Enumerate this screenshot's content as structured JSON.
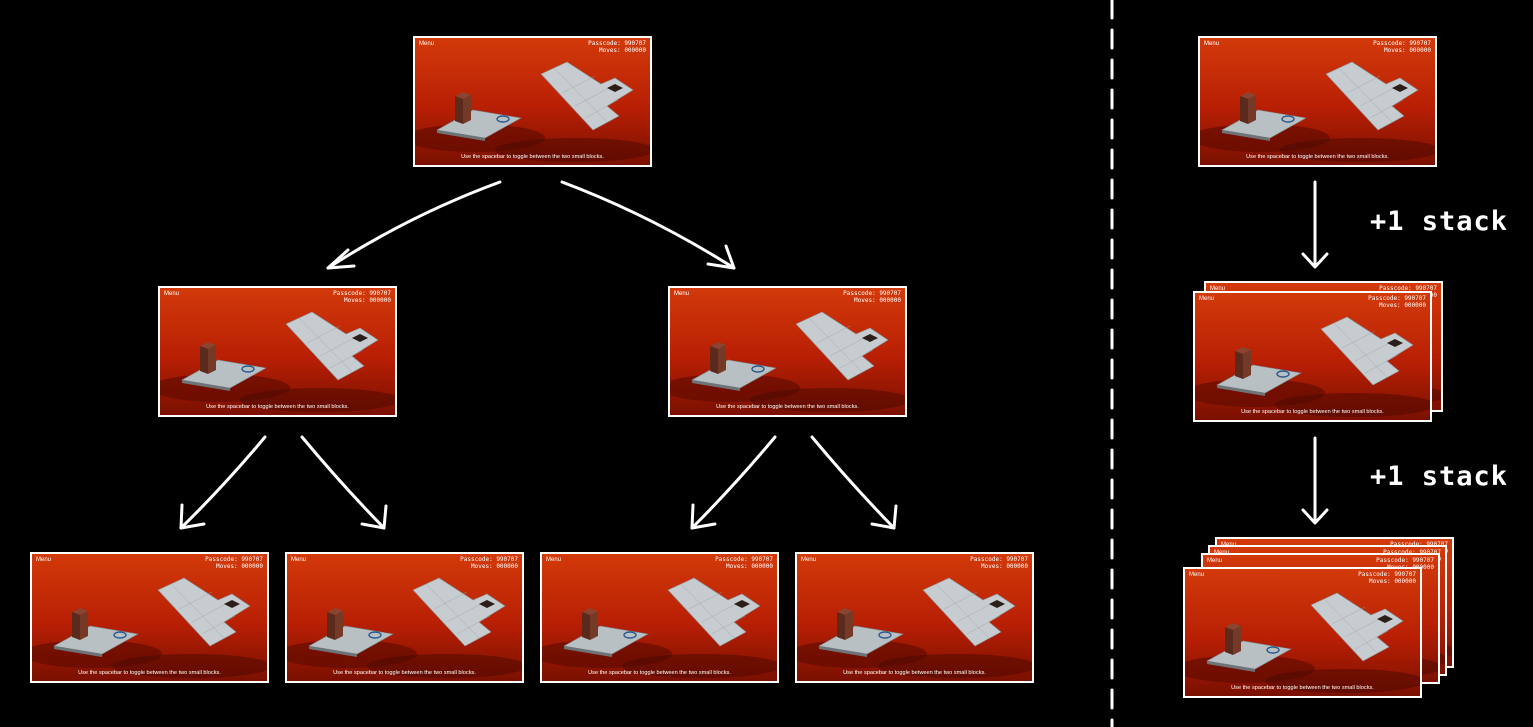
{
  "game_frame": {
    "menu": "Menu",
    "passcode_label": "Passcode:",
    "passcode_value": "990707",
    "moves_label": "Moves:",
    "moves_value": "000000",
    "caption": "Use the spacebar to toggle between the two small blocks."
  },
  "stack_labels": [
    "+1 stack",
    "+1 stack"
  ]
}
